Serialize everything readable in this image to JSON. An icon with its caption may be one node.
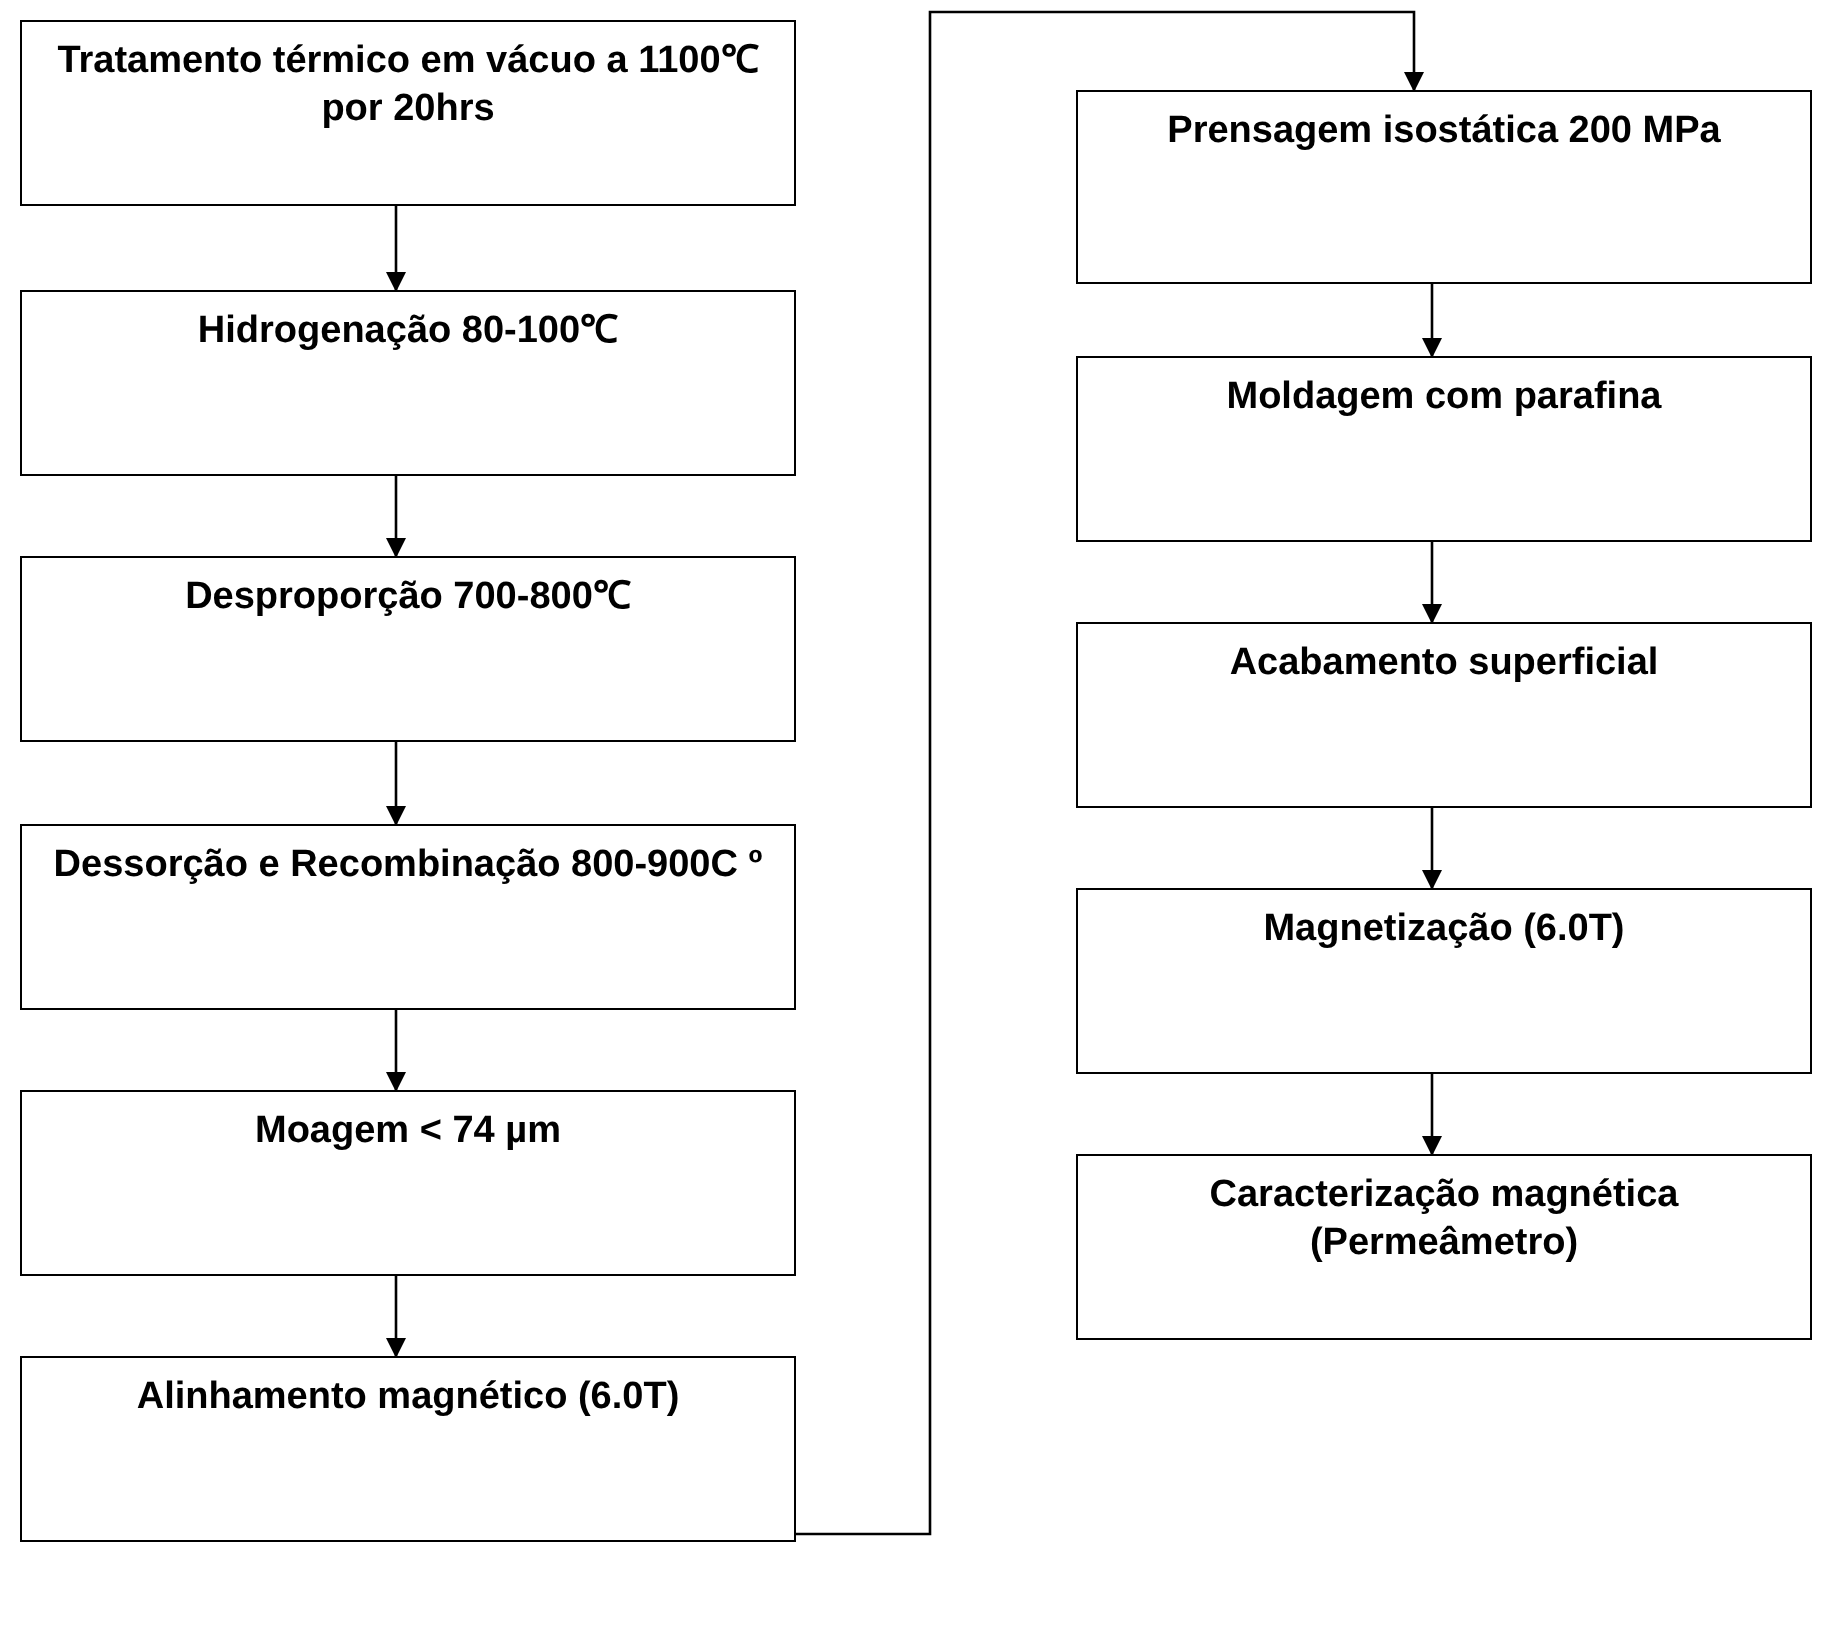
{
  "diagram": {
    "nodes": [
      {
        "text": [
          "Tratamento térmico em vácuo a 1100℃ por 20hrs"
        ]
      },
      {
        "text": [
          "Hidrogenação 80-100℃"
        ]
      },
      {
        "text": [
          "Desproporção 700-800℃"
        ]
      },
      {
        "text": [
          "Dessorção e Recombinação 800-900C º"
        ]
      },
      {
        "text": [
          "Moagem < 74 µm"
        ]
      },
      {
        "text": [
          "Alinhamento magnético (6.0T)"
        ]
      },
      {
        "text": [
          "Prensagem isostática 200 MPa"
        ]
      },
      {
        "text": [
          "Moldagem com parafina"
        ]
      },
      {
        "text": [
          "Acabamento superficial"
        ]
      },
      {
        "text": [
          "Magnetização (6.0T)"
        ]
      },
      {
        "text": [
          "Caracterização magnética (Permeâmetro)"
        ]
      }
    ],
    "edges": [
      {
        "from": 0,
        "to": 1,
        "arrow": "to"
      },
      {
        "from": 1,
        "to": 2,
        "arrow": "to"
      },
      {
        "from": 2,
        "to": 3,
        "arrow": "to"
      },
      {
        "from": 3,
        "to": 4,
        "arrow": "to"
      },
      {
        "from": 4,
        "to": 5,
        "arrow": "to"
      },
      {
        "from": 5,
        "to": 6,
        "arrow": "to"
      },
      {
        "from": 6,
        "to": 7,
        "arrow": "to"
      },
      {
        "from": 7,
        "to": 8,
        "arrow": "to"
      },
      {
        "from": 8,
        "to": 9,
        "arrow": "to"
      },
      {
        "from": 9,
        "to": 10,
        "arrow": "to"
      }
    ]
  }
}
